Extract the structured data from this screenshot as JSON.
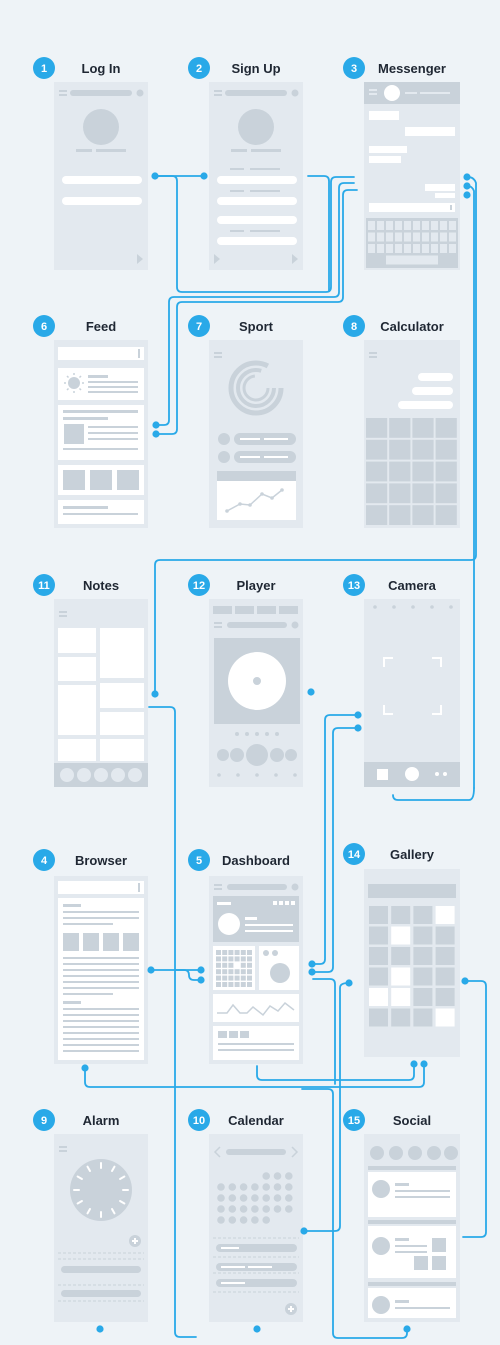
{
  "screens": [
    {
      "id": "login",
      "number": "1",
      "title": "Log In"
    },
    {
      "id": "signup",
      "number": "2",
      "title": "Sign Up"
    },
    {
      "id": "messenger",
      "number": "3",
      "title": "Messenger"
    },
    {
      "id": "feed",
      "number": "6",
      "title": "Feed"
    },
    {
      "id": "sport",
      "number": "7",
      "title": "Sport"
    },
    {
      "id": "calculator",
      "number": "8",
      "title": "Calculator"
    },
    {
      "id": "notes",
      "number": "11",
      "title": "Notes"
    },
    {
      "id": "player",
      "number": "12",
      "title": "Player"
    },
    {
      "id": "camera",
      "number": "13",
      "title": "Camera"
    },
    {
      "id": "browser",
      "number": "4",
      "title": "Browser"
    },
    {
      "id": "dashboard",
      "number": "5",
      "title": "Dashboard"
    },
    {
      "id": "gallery",
      "number": "14",
      "title": "Gallery"
    },
    {
      "id": "alarm",
      "number": "9",
      "title": "Alarm"
    },
    {
      "id": "calendar",
      "number": "10",
      "title": "Calendar"
    },
    {
      "id": "social",
      "number": "15",
      "title": "Social"
    }
  ],
  "colors": {
    "background": "#eef3f7",
    "accent": "#29a9e8",
    "frame": "#e3e9ef",
    "wire": "#c9d2da",
    "white": "#ffffff",
    "title": "#1f2733"
  }
}
